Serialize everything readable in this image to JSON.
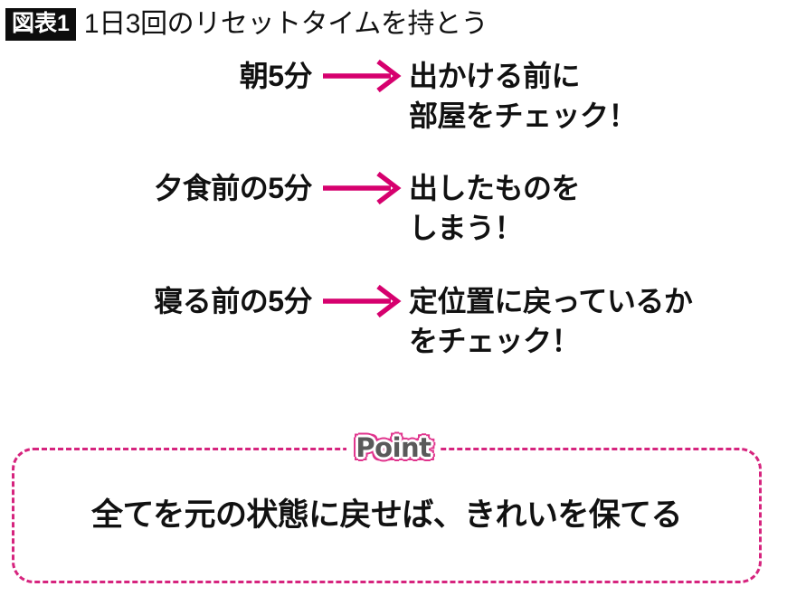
{
  "header": {
    "badge": "図表1",
    "title": "1日3回のリセットタイムを持とう",
    "badge_bg": "#0d0d0d",
    "badge_color": "#ffffff"
  },
  "colors": {
    "arrow": "#d6006e",
    "dashed_border": "#d6247e",
    "point_outline": "#e0338c",
    "point_fill": "#5a5a5a",
    "text": "#111111",
    "background": "#ffffff"
  },
  "habits": [
    {
      "time": "朝5分",
      "arrow": "right-arrow-icon",
      "description": "出かける前に\n部屋をチェック！"
    },
    {
      "time": "夕食前の5分",
      "arrow": "right-arrow-icon",
      "description": "出したものを\nしまう！"
    },
    {
      "time": "寝る前の5分",
      "arrow": "right-arrow-icon",
      "description": "定位置に戻っているか\nをチェック！"
    }
  ],
  "point": {
    "label": "Point",
    "body": "全てを元の状態に戻せば、きれいを保てる"
  }
}
